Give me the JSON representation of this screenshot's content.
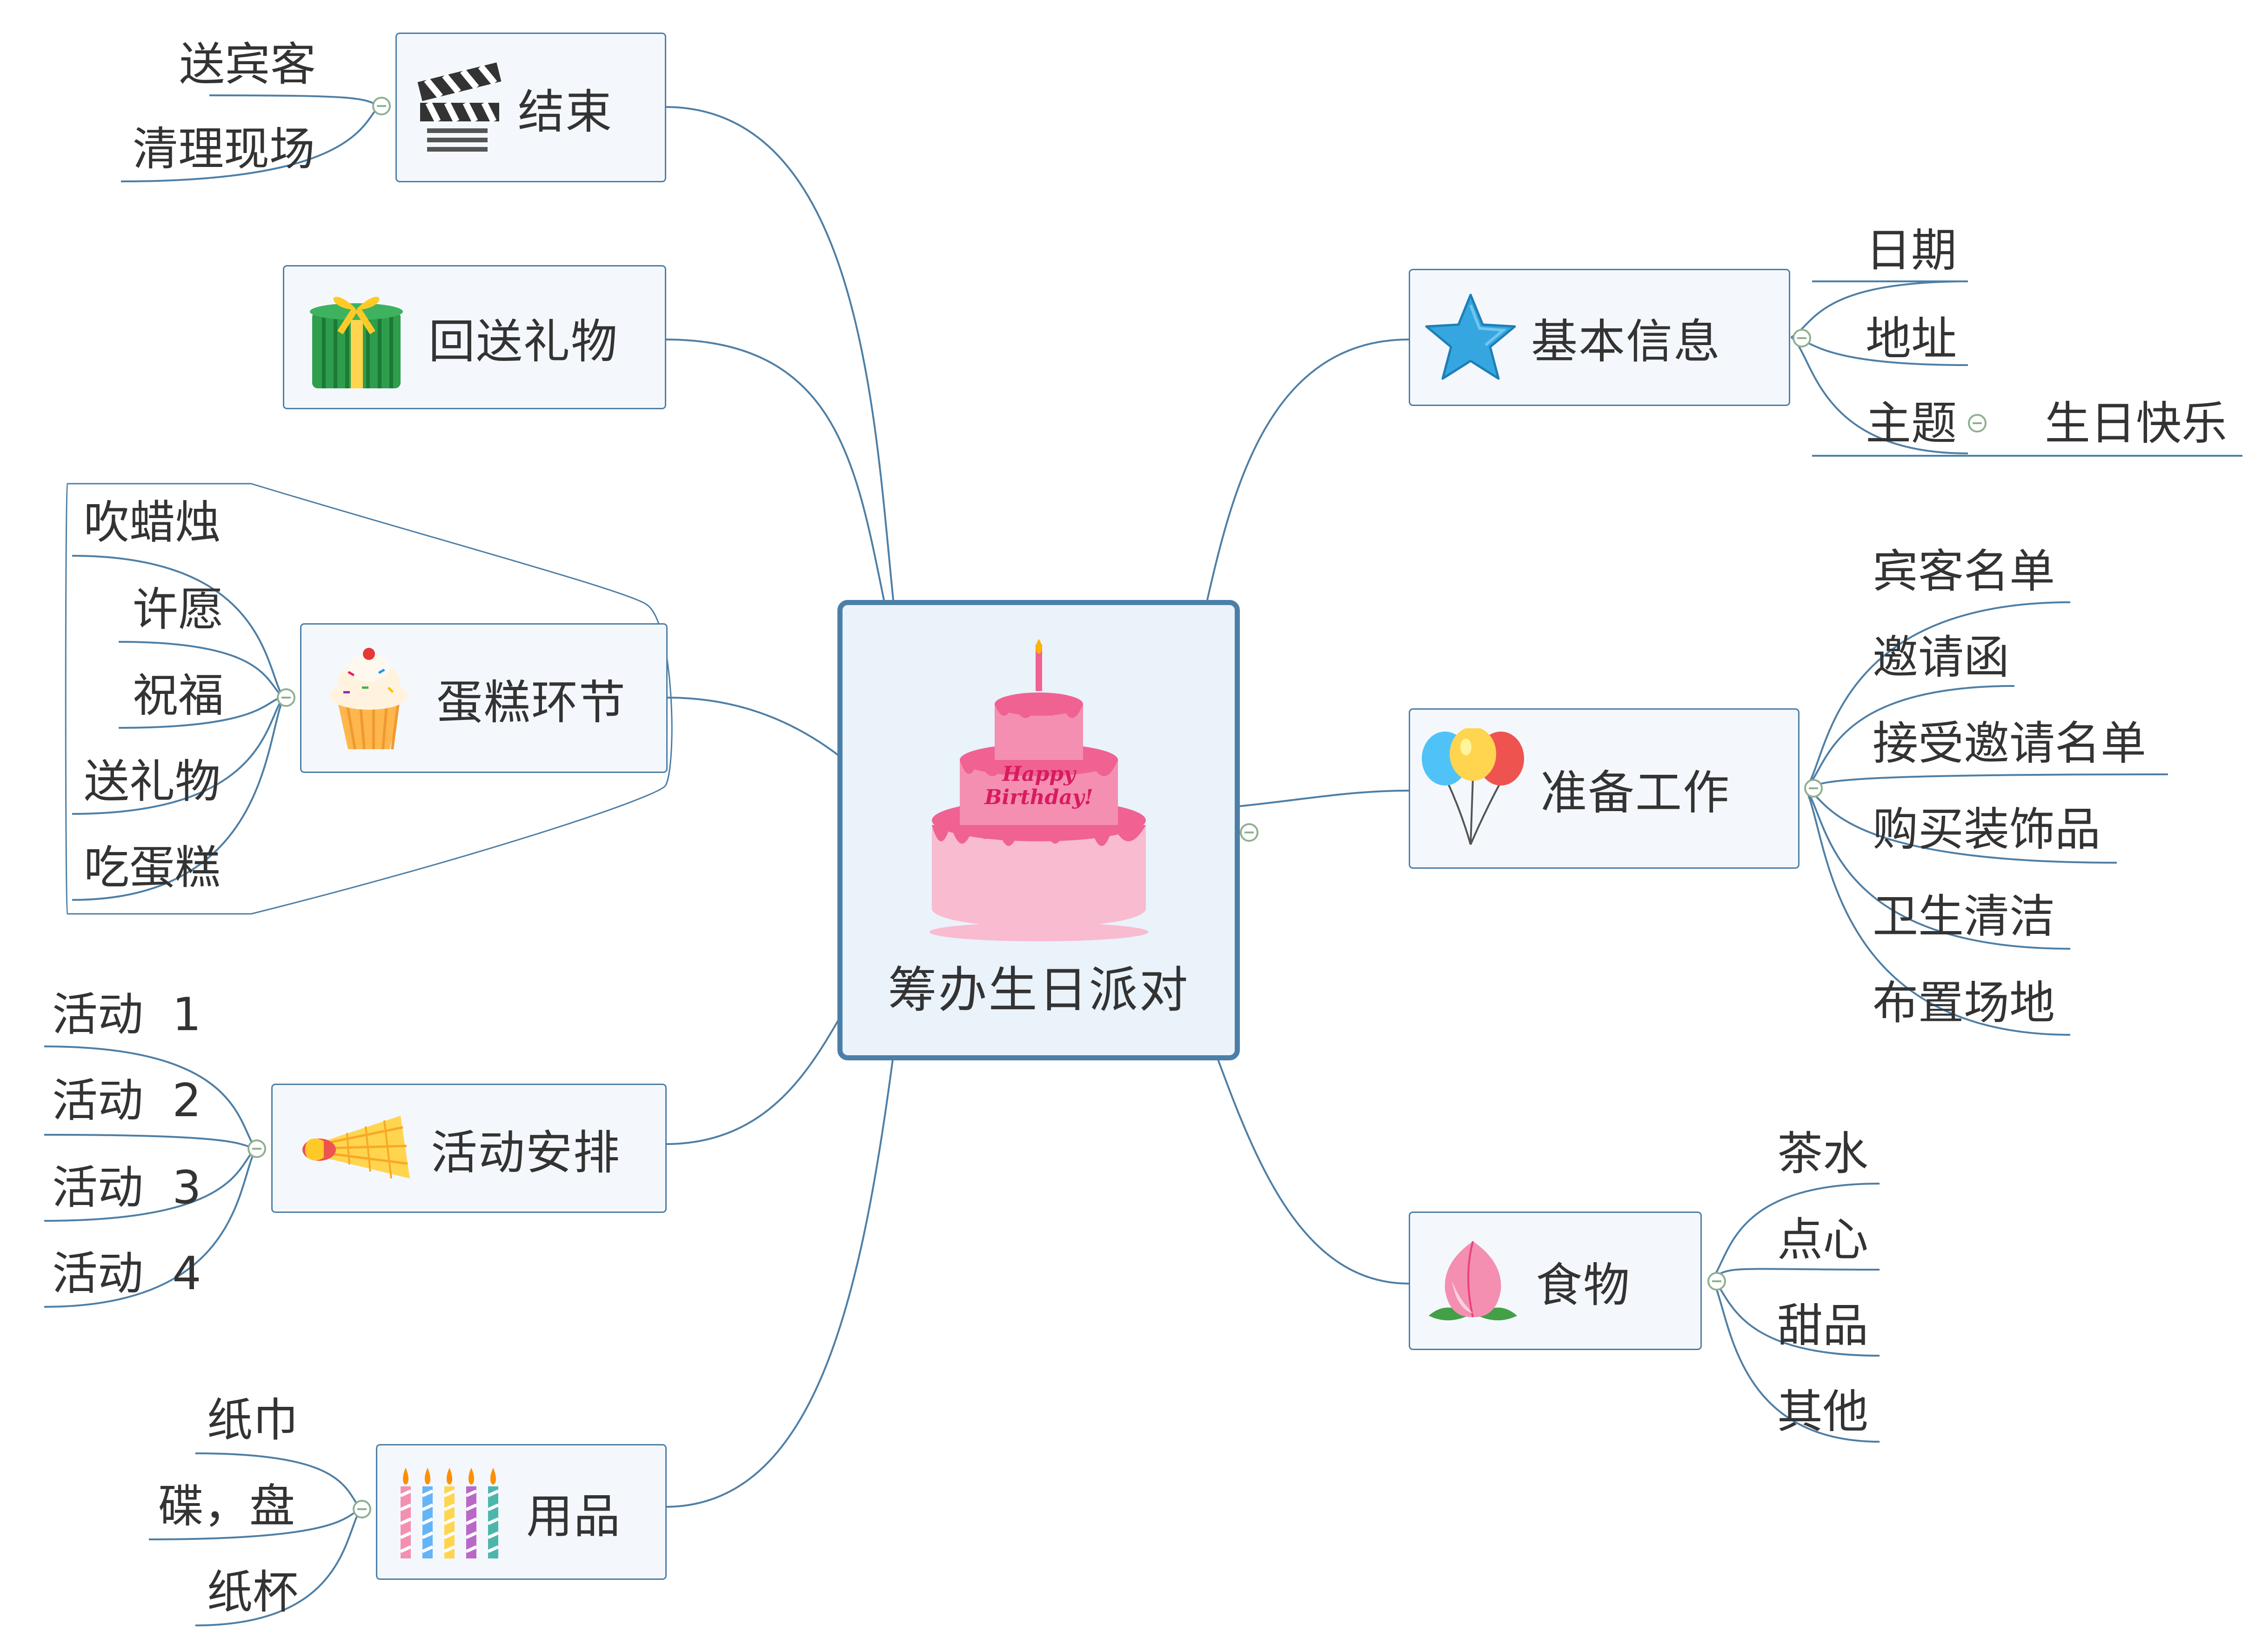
{
  "colors": {
    "line": "#4e7fa6",
    "border": "#4e7fa6",
    "node_fill": "#f4f8fc",
    "central_fill": "#eaf2fa"
  },
  "central": {
    "title": "筹办生日派对",
    "icon": "birthday-cake-icon",
    "cake_text_1": "Happy",
    "cake_text_2": "Birthday!"
  },
  "topics": {
    "basic_info": {
      "label": "基本信息",
      "icon": "star-icon"
    },
    "preparation": {
      "label": "准备工作",
      "icon": "balloons-icon"
    },
    "food": {
      "label": "食物",
      "icon": "peach-icon"
    },
    "ending": {
      "label": "结束",
      "icon": "clapperboard-icon"
    },
    "return_gift": {
      "label": "回送礼物",
      "icon": "gift-box-icon"
    },
    "cake_session": {
      "label": "蛋糕环节",
      "icon": "cupcake-icon"
    },
    "activities": {
      "label": "活动安排",
      "icon": "shuttlecock-icon"
    },
    "supplies": {
      "label": "用品",
      "icon": "candles-icon"
    }
  },
  "subtopics": {
    "basic_info": [
      "日期",
      "地址",
      "主题"
    ],
    "theme_detail": "生日快乐",
    "preparation": [
      "宾客名单",
      "邀请函",
      "接受邀请名单",
      "购买装饰品",
      "卫生清洁",
      "布置场地"
    ],
    "food": [
      "茶水",
      "点心",
      "甜品",
      "其他"
    ],
    "ending": [
      "送宾客",
      "清理现场"
    ],
    "cake_session": [
      "吹蜡烛",
      "许愿",
      "祝福",
      "送礼物",
      "吃蛋糕"
    ],
    "activities": [
      "活动  1",
      "活动  2",
      "活动  3",
      "活动  4"
    ],
    "supplies": [
      "纸巾",
      "碟，盘",
      "纸杯"
    ]
  }
}
